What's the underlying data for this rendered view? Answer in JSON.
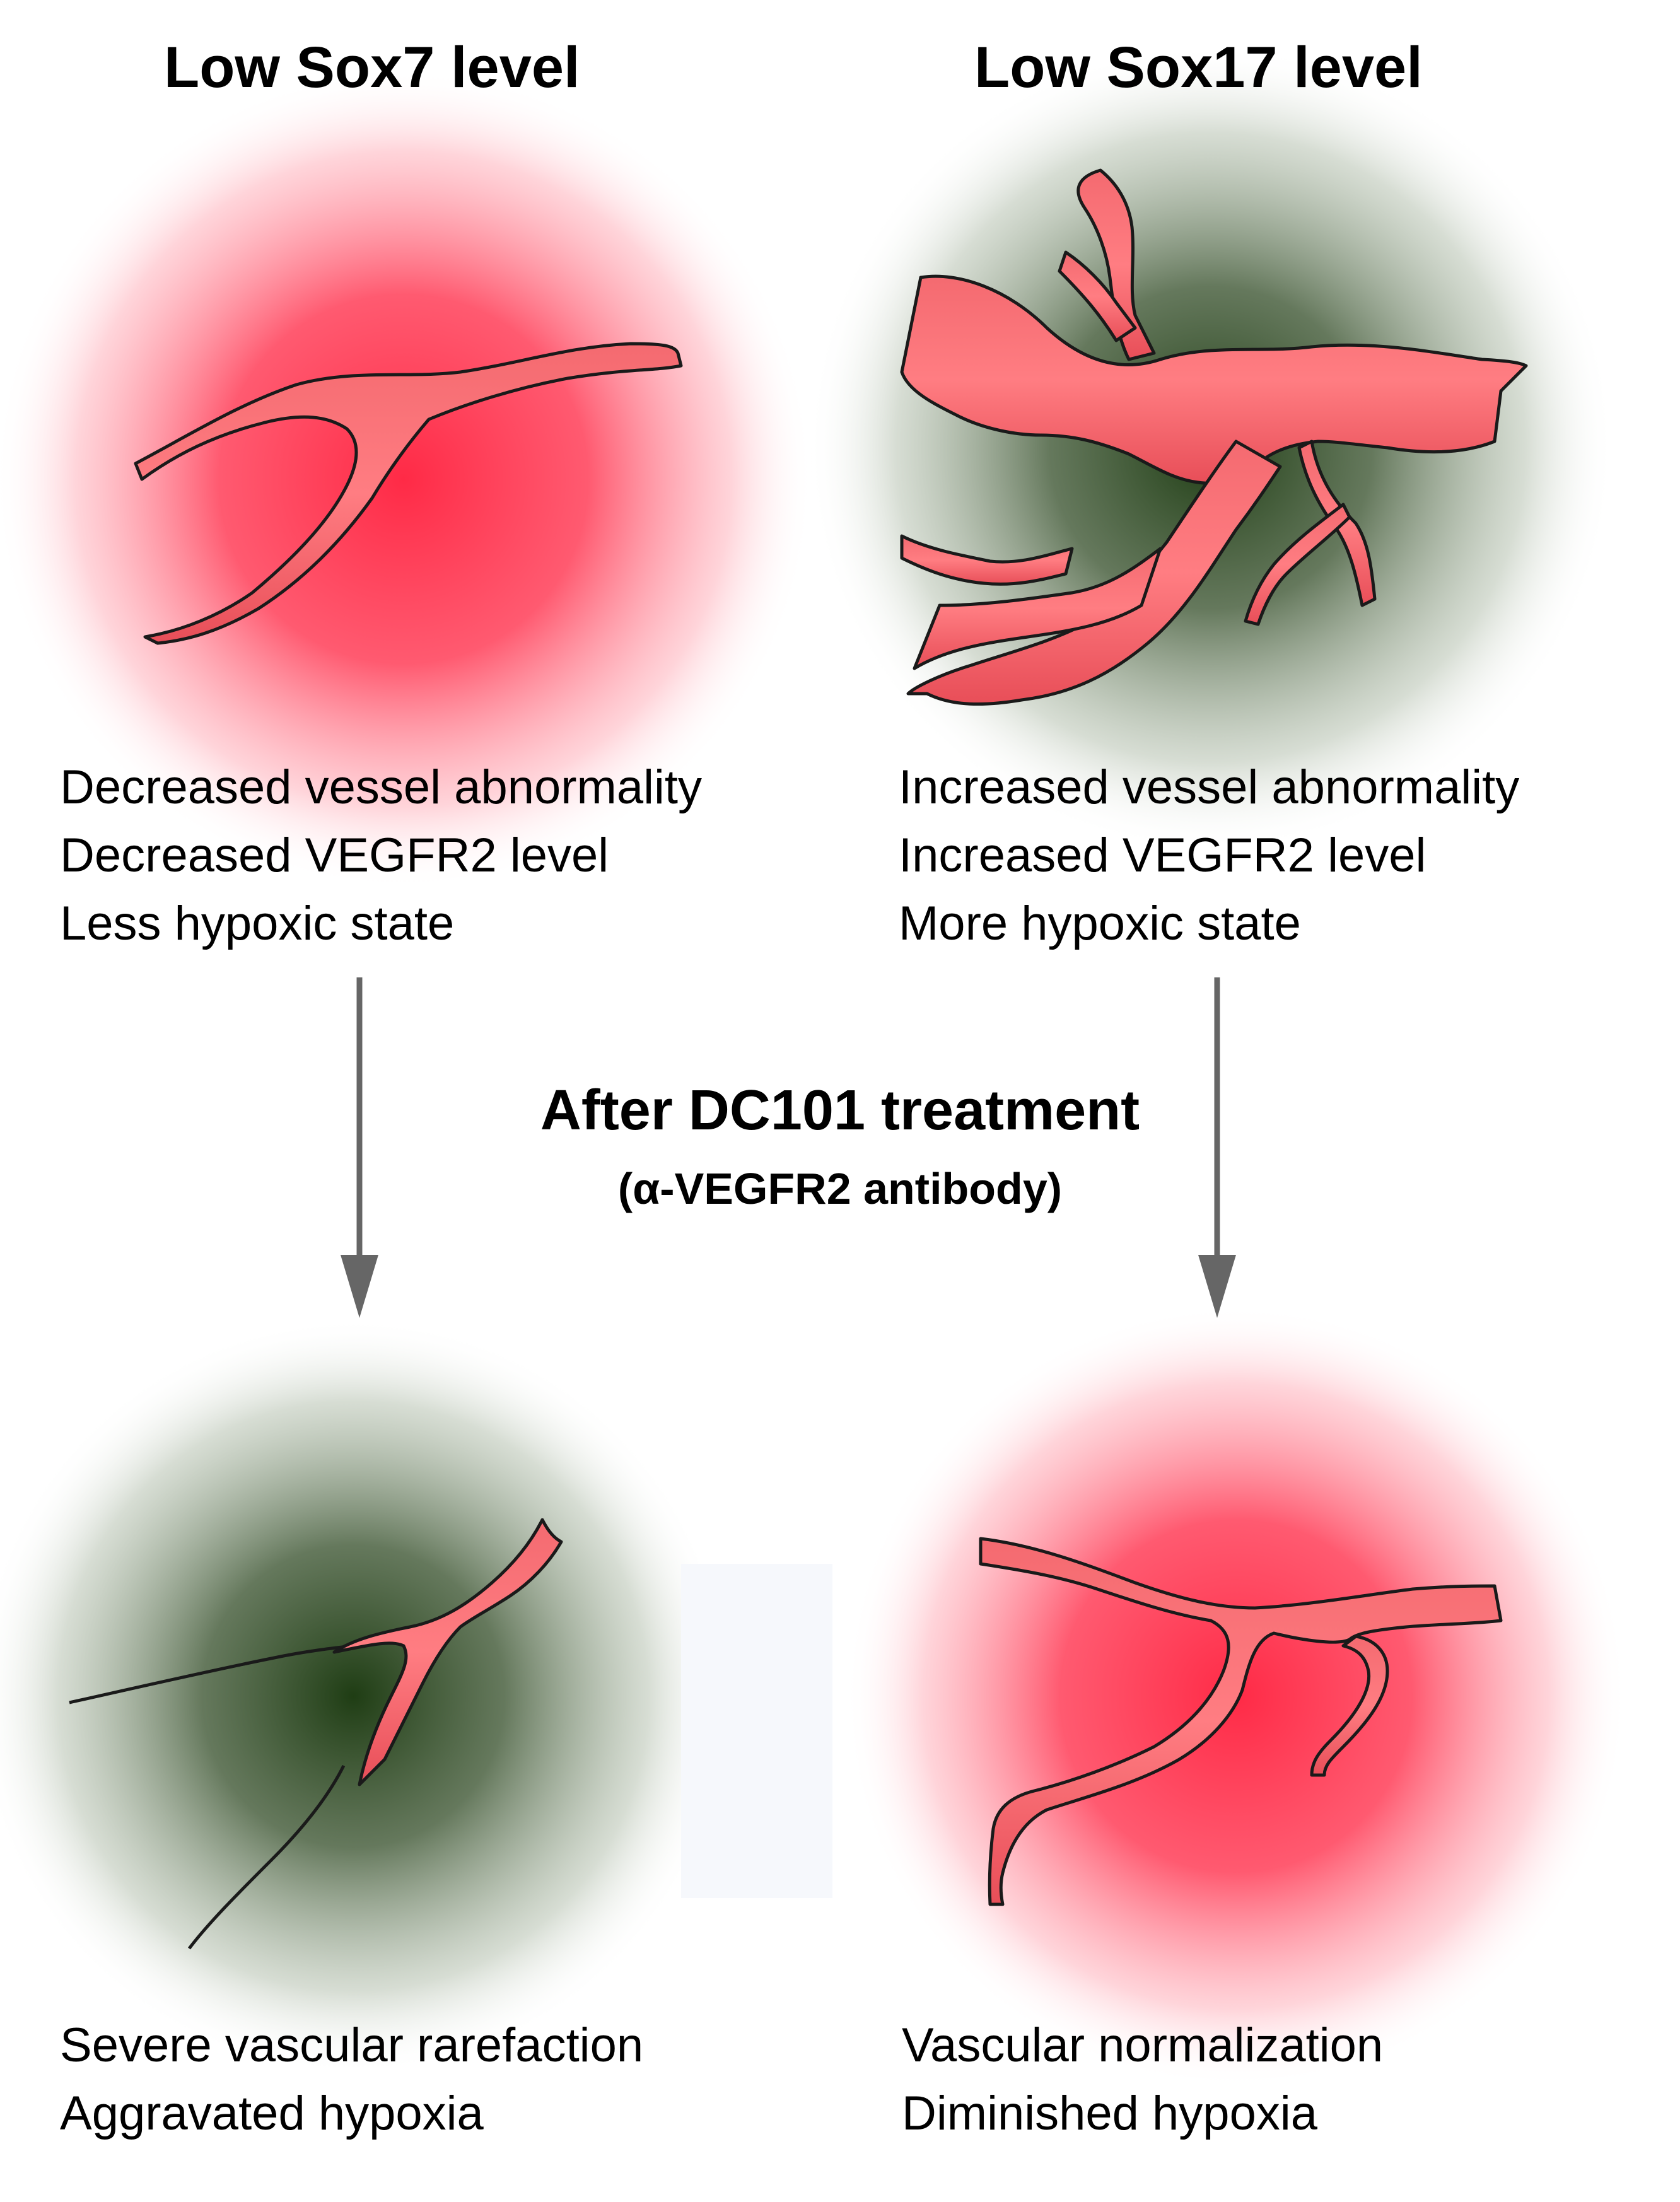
{
  "panels": {
    "top_left": {
      "heading": "Low Sox7 level",
      "lines": [
        "Decreased vessel abnormality",
        "Decreased VEGFR2 level",
        "Less hypoxic state"
      ]
    },
    "top_right": {
      "heading": "Low Sox17 level",
      "lines": [
        "Increased vessel abnormality",
        "Increased VEGFR2 level",
        "More hypoxic state"
      ]
    },
    "bottom_left": {
      "lines": [
        "Severe vascular rarefaction",
        "Aggravated hypoxia"
      ]
    },
    "bottom_right": {
      "lines": [
        "Vascular normalization",
        "Diminished hypoxia"
      ]
    }
  },
  "treatment": {
    "title": "After DC101 treatment",
    "subtitle": "(α-VEGFR2 antibody)"
  },
  "colors": {
    "normoxic_glow": "#ff2a46",
    "hypoxic_core": "#1f3d14",
    "vessel_fill": "#f25c64",
    "vessel_outline": "#1a1a1a",
    "arrow": "#666666"
  }
}
